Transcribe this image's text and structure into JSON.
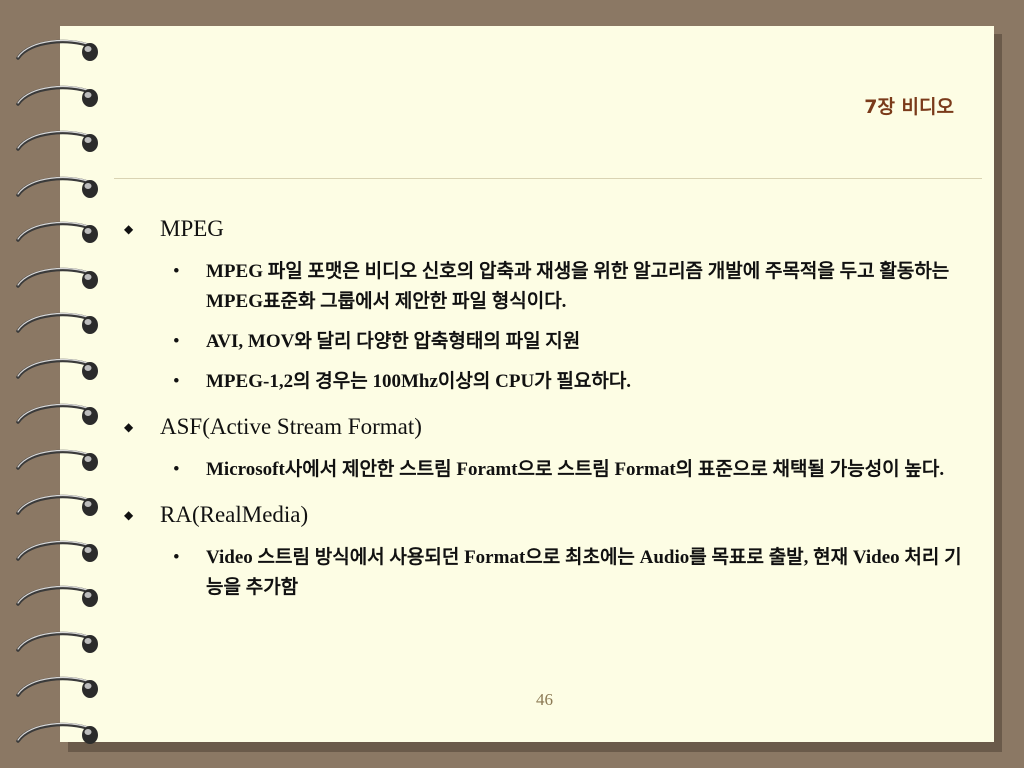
{
  "slide": {
    "title": "7장 비디오",
    "page_number": "46",
    "items": [
      {
        "heading": "MPEG",
        "subitems": [
          "MPEG 파일 포맷은 비디오 신호의 압축과 재생을 위한 알고리즘 개발에 주목적을 두고 활동하는 MPEG표준화 그룹에서 제안한 파일 형식이다.",
          "AVI, MOV와 달리 다양한 압축형태의 파일 지원",
          "MPEG-1,2의 경우는 100Mhz이상의 CPU가 필요하다."
        ]
      },
      {
        "heading": "ASF(Active Stream Format)",
        "subitems": [
          "Microsoft사에서 제안한 스트림 Foramt으로 스트림 Format의 표준으로 채택될 가능성이 높다."
        ]
      },
      {
        "heading": "RA(RealMedia)",
        "subitems": [
          "Video 스트림 방식에서 사용되던 Format으로 최초에는 Audio를 목표로 출발, 현재 Video 처리 기능을 추가함"
        ]
      }
    ]
  },
  "colors": {
    "background": "#8b7864",
    "page": "#fdfde4",
    "title": "#7a3a1a",
    "page_number": "#8c7a55"
  },
  "icons": {
    "level1_bullet": "diamond-bullet",
    "level2_bullet": "dot-bullet",
    "binding": "spiral-ring"
  }
}
